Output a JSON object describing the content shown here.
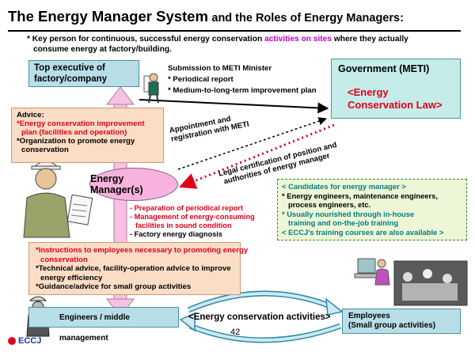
{
  "title": {
    "main": "The Energy Manager System",
    "rest": "and the Roles of Energy Managers",
    "colon": ":"
  },
  "subtitle": {
    "line1_a": "* Key person for continuous, successful energy conservation",
    "line1_highlight": "activities on sites",
    "line1_b": "where they actually",
    "line2": "consume energy at factory/building."
  },
  "top_exec": {
    "line1": "Top executive of",
    "line2": "factory/company"
  },
  "government": {
    "title": "Government (METI)",
    "law_line1": "<Energy",
    "law_line2": "Conservation Law>"
  },
  "submission": {
    "heading": "Submission to METI Minister",
    "item1": "Periodical report",
    "item2": "Medium-to-long-term improvement plan"
  },
  "advice": {
    "heading": "Advice:",
    "item1_line1": "Energy conservation improvement",
    "item1_line2": "plan (facilities and operation)",
    "item2_line1": "Organization to promote energy",
    "item2_line2": "conservation"
  },
  "energy_manager": "Energy Manager(s)",
  "duties": {
    "item1": "- Preparation of periodical report",
    "item2_line1": "- Management of energy-consuming",
    "item2_line2": "facilities in sound condition",
    "item3": "- Factory energy diagnosis"
  },
  "appointment": {
    "line1": "Appointment and",
    "line2": "registration with  METI"
  },
  "legal": {
    "line1": "Legal certification of position and",
    "line2": "authorities of energy manager"
  },
  "candidates": {
    "heading": "< Candidates for energy manager >",
    "item1_line1": "Energy engineers, maintenance engineers,",
    "item1_line2": "process engineers, etc.",
    "item2_line1": "Usually nourished through in-house",
    "item2_line2": "training and on-the-job training",
    "item3": "< ECCJ's training courses are also available >"
  },
  "instructions": {
    "item1_line1": "Instructions to employees necessary to promoting energy",
    "item1_line2": "conservation",
    "item2_line1": "Technical advice, facility-operation advice to improve",
    "item2_line2": "energy efficiency",
    "item3": "Guidance/advice for small group activities"
  },
  "engineers": "Engineers / middle management",
  "employees": {
    "line1": "Employees",
    "line2": "(Small group activities)"
  },
  "activities": "<Energy conservation activities>",
  "page_number": "42",
  "logo": "ECCJ",
  "colors": {
    "red_text": "#e0001b",
    "magenta_text": "#c000c0",
    "blue_box": "#b8dfe8",
    "peach_box": "#fbdcc4",
    "pink_ellipse": "#f7b3dd",
    "green_box": "#edf6d6"
  }
}
